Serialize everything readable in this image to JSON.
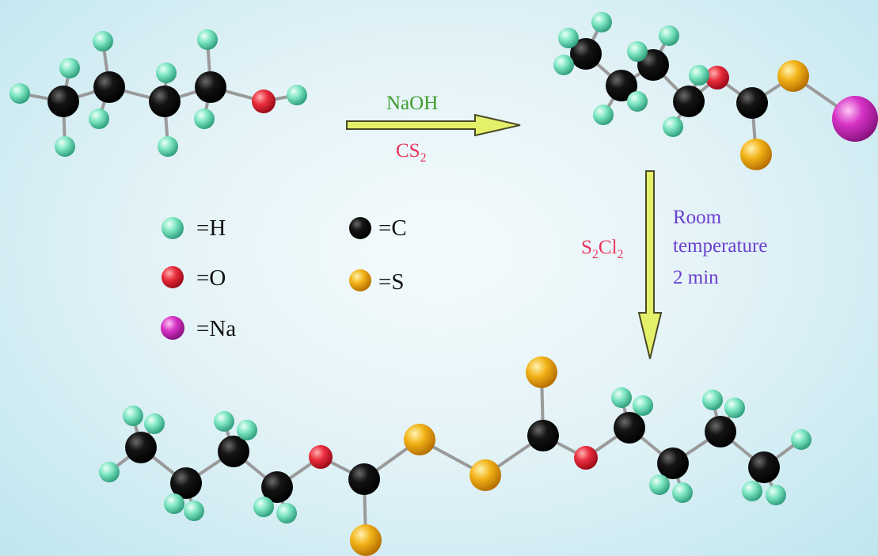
{
  "reagents": {
    "step1_top": "NaOH",
    "step1_bottom_base": "CS",
    "step1_bottom_sub": "2",
    "step2_s": "S",
    "step2_sub1": "2",
    "step2_cl": "Cl",
    "step2_sub2": "2",
    "condition_line1": "Room",
    "condition_line2": "temperature",
    "condition_line3": "2 min"
  },
  "legend": [
    {
      "label": "=H",
      "atom": "H"
    },
    {
      "label": "=O",
      "atom": "O"
    },
    {
      "label": "=Na",
      "atom": "Na"
    },
    {
      "label": "=C",
      "atom": "C"
    },
    {
      "label": "=S",
      "atom": "S"
    }
  ],
  "colors": {
    "H": "#7ee6c2",
    "C": "#111111",
    "O": "#e8273a",
    "S": "#f2b318",
    "Na": "#d633c6",
    "arrow": "#e4f06a",
    "bond": "#9a9a9a"
  }
}
